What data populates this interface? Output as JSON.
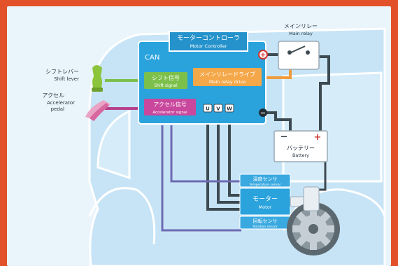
{
  "controller": {
    "title_jp": "モーターコントローラ",
    "title_en": "Motor Controller",
    "can": "CAN"
  },
  "shift_signal": {
    "jp": "シフト信号",
    "en": "Shift signal"
  },
  "accel_signal": {
    "jp": "アクセル信号",
    "en": "Accelerator signal"
  },
  "relay_drive": {
    "jp": "メインリレードライブ",
    "en": "Main relay drive"
  },
  "main_relay": {
    "jp": "メインリレー",
    "en": "Main relay"
  },
  "shift_lever": {
    "jp": "シフトレバー",
    "en": "Shift lever"
  },
  "accel_pedal": {
    "jp": "アクセル",
    "en_line1": "Accelerator",
    "en_line2": "pedal"
  },
  "battery": {
    "jp": "バッテリー",
    "en": "Battery",
    "plus": "+",
    "minus": "−"
  },
  "terminals": {
    "plus": "+",
    "minus": "−"
  },
  "phases": [
    "U",
    "V",
    "W"
  ],
  "temp_sensor": {
    "jp": "温度センサ",
    "en": "Temperature sensor"
  },
  "motor": {
    "jp": "モーター",
    "en": "Motor"
  },
  "rot_sensor": {
    "jp": "回転センサ",
    "en": "Rotation sensor"
  },
  "colors": {
    "frame": "#e2512a",
    "background": "#eaf4fb",
    "car_body": "#c7e4f6",
    "controller": "#2aa3dd",
    "shift_line": "#7cc04b",
    "accel_line": "#b7418c",
    "relay_line": "#f09a3e",
    "motor_box": "#2aa3dd"
  }
}
